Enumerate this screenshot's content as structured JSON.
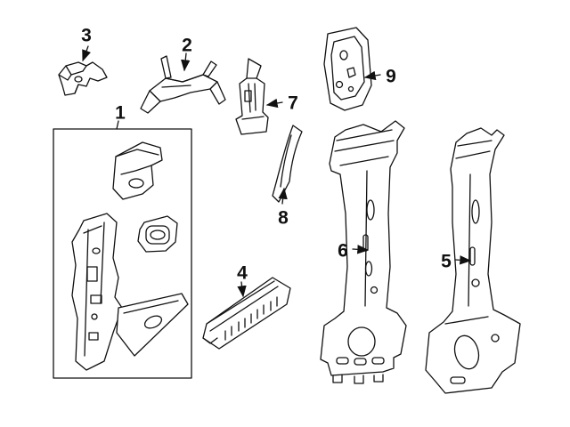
{
  "diagram": {
    "background_color": "#ffffff",
    "line_color": "#111111",
    "callouts": [
      {
        "number": "1"
      },
      {
        "number": "2"
      },
      {
        "number": "3"
      },
      {
        "number": "4"
      },
      {
        "number": "5"
      },
      {
        "number": "6"
      },
      {
        "number": "7"
      },
      {
        "number": "8"
      },
      {
        "number": "9"
      }
    ]
  }
}
